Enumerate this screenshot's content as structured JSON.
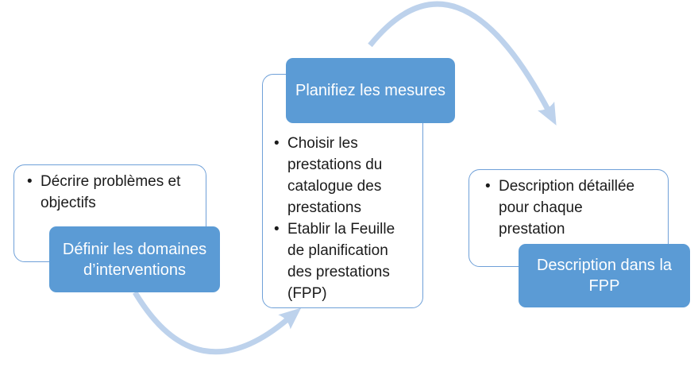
{
  "diagram": {
    "bullet_glyph": "•",
    "steps": [
      {
        "title": "Définir les domaines d’interventions",
        "bullets": [
          "Décrire problèmes et objectifs"
        ]
      },
      {
        "title": "Planifiez les mesures",
        "bullets": [
          "Choisir les prestations du catalogue des prestations",
          "Etablir la Feuille de planification des prestations (FPP)"
        ]
      },
      {
        "title": "Description dans la FPP",
        "bullets": [
          "Description détaillée pour chaque prestation"
        ]
      }
    ],
    "colors": {
      "accent_blue": "#5b9bd5",
      "panel_border_blue": "#6fa0d8",
      "arrow_blue": "#bdd2ec",
      "title_text": "#ffffff",
      "body_text": "#1b1b1b",
      "background": "#ffffff"
    }
  }
}
